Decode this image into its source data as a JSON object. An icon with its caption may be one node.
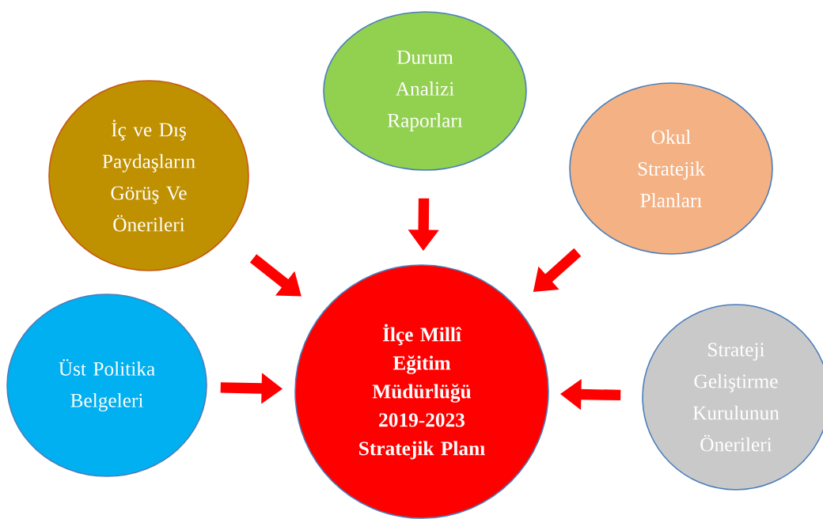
{
  "diagram": {
    "nodes": [
      {
        "text": [
          "Durum Analizi Raporları"
        ]
      },
      {
        "text": [
          "İç ve Dış Paydaşların Görüş Ve Önerileri"
        ]
      },
      {
        "text": [
          "Okul Stratejik Planları"
        ]
      },
      {
        "text": [
          "Üst Politika Belgeleri"
        ]
      },
      {
        "text": [
          "İlçe Millî Eğitim Müdürlüğü 2019-2023 Stratejik Planı"
        ]
      },
      {
        "text": [
          "Strateji Geliştirme Kurulunun Önerileri"
        ]
      }
    ],
    "edges": [
      {
        "from": 0,
        "to": 4,
        "arrow": "to"
      },
      {
        "from": 1,
        "to": 4,
        "arrow": "to"
      },
      {
        "from": 2,
        "to": 4,
        "arrow": "to"
      },
      {
        "from": 3,
        "to": 4,
        "arrow": "to"
      },
      {
        "from": 5,
        "to": 4,
        "arrow": "to"
      }
    ]
  }
}
